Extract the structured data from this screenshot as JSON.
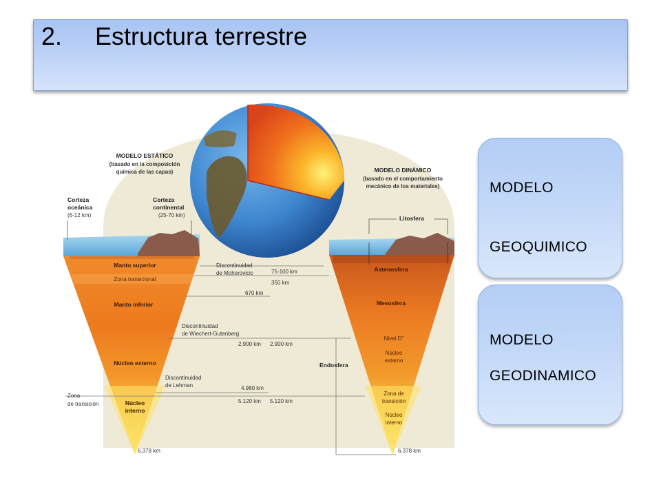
{
  "title": {
    "number": "2.",
    "text": "Estructura terrestre"
  },
  "cards": [
    {
      "line1": "MODELO",
      "line2": "GEOQUIMICO"
    },
    {
      "line1": "MODELO",
      "line2": "GEODINAMICO"
    }
  ],
  "diagram": {
    "static_model": {
      "heading": "MODELO ESTÁTICO",
      "sub1": "(basado en la composición",
      "sub2": "química de las capas)",
      "oceanic_crust": "Corteza",
      "oceanic_crust2": "oceánica",
      "oceanic_crust_range": "(6-12 km)",
      "continental_crust": "Corteza",
      "continental_crust2": "continental",
      "continental_crust_range": "(25-70 km)",
      "upper_mantle": "Manto superior",
      "transition_zone": "Zona transicional",
      "lower_mantle": "Manto inferior",
      "outer_core": "Núcleo externo",
      "inner_core1": "Núcleo",
      "inner_core2": "interno",
      "zone_label1": "Zona",
      "zone_label2": "de transición",
      "depth_bottom": "6.378  km"
    },
    "dynamic_model": {
      "heading": "MODELO DINÁMICO",
      "sub1": "(basado en el comportamiento",
      "sub2": "mecánico de los materiales)",
      "lithosphere": "Litosfera",
      "asthenosphere": "Astenosfera",
      "mesosphere": "Mesosfera",
      "level_d": "Nivel D''",
      "outer_core1": "Núcleo",
      "outer_core2": "externo",
      "transition1": "Zona de",
      "transition2": "transición",
      "inner_core1": "Núcleo",
      "inner_core2": "interno",
      "endosphere": "Endosfera",
      "depth_bottom": "6.378  km"
    },
    "discontinuities": {
      "moho1": "Discontinuidad",
      "moho2": "de Mohorovicic",
      "gutenberg1": "Discontinuidad",
      "gutenberg2": "de Wiechert-Gutenberg",
      "lehman1": "Discontinuidad",
      "lehman2": "de Lehman"
    },
    "depths": {
      "d1": "75-100 km",
      "d2": "350 km",
      "d3": "670 km",
      "d4a": "2.900  km",
      "d4b": "2.900  km",
      "d5": "4.980 km",
      "d6a": "5.120  km",
      "d6b": "5.120  km"
    }
  }
}
